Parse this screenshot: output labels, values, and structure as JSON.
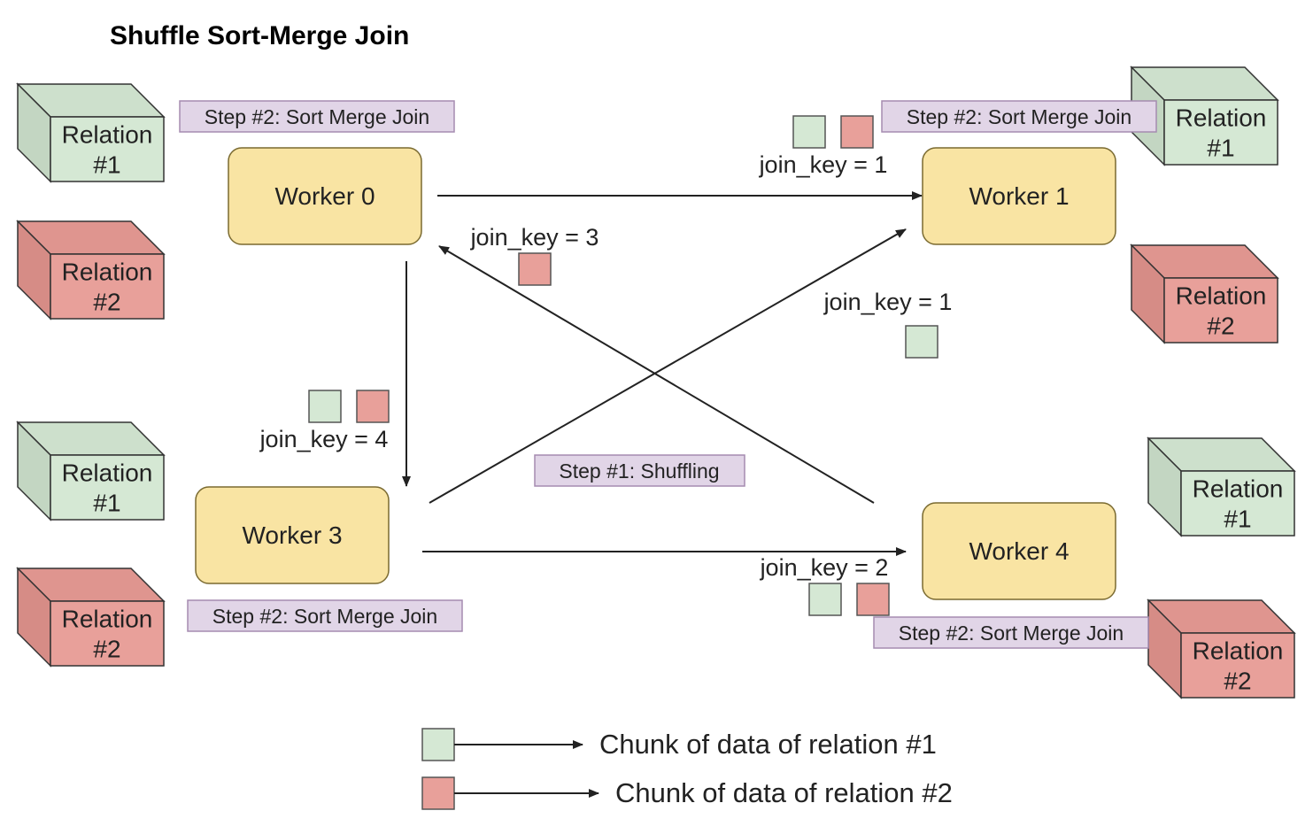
{
  "title": "Shuffle Sort-Merge Join",
  "colors": {
    "relation1_front": "#d5e8d4",
    "relation1_side": "#c3d6c2",
    "relation1_top": "#cde0cc",
    "relation2_front": "#e8a09a",
    "relation2_side": "#d68c86",
    "relation2_top": "#df958f",
    "worker_fill": "#f9e4a3",
    "worker_stroke": "#7a6a30",
    "step_fill": "#e1d5e7",
    "step_stroke": "#a58cb0",
    "edge": "#222222"
  },
  "relation_labels": {
    "r1": "Relation\n#1",
    "r2": "Relation\n#2"
  },
  "workers": {
    "w0": "Worker 0",
    "w1": "Worker 1",
    "w3": "Worker 3",
    "w4": "Worker 4"
  },
  "steps": {
    "w0": "Step #2: Sort Merge Join",
    "w1": "Step #2: Sort Merge Join",
    "w3": "Step #2: Sort Merge Join",
    "w4": "Step #2: Sort Merge Join",
    "shuffle": "Step #1: Shuffling"
  },
  "join_keys": {
    "k1_top": "join_key = 1",
    "k3": "join_key = 3",
    "k1_mid": "join_key = 1",
    "k4": "join_key = 4",
    "k2": "join_key = 2"
  },
  "legend": {
    "r1": "Chunk of data of relation #1",
    "r2": "Chunk of data of relation #2"
  }
}
